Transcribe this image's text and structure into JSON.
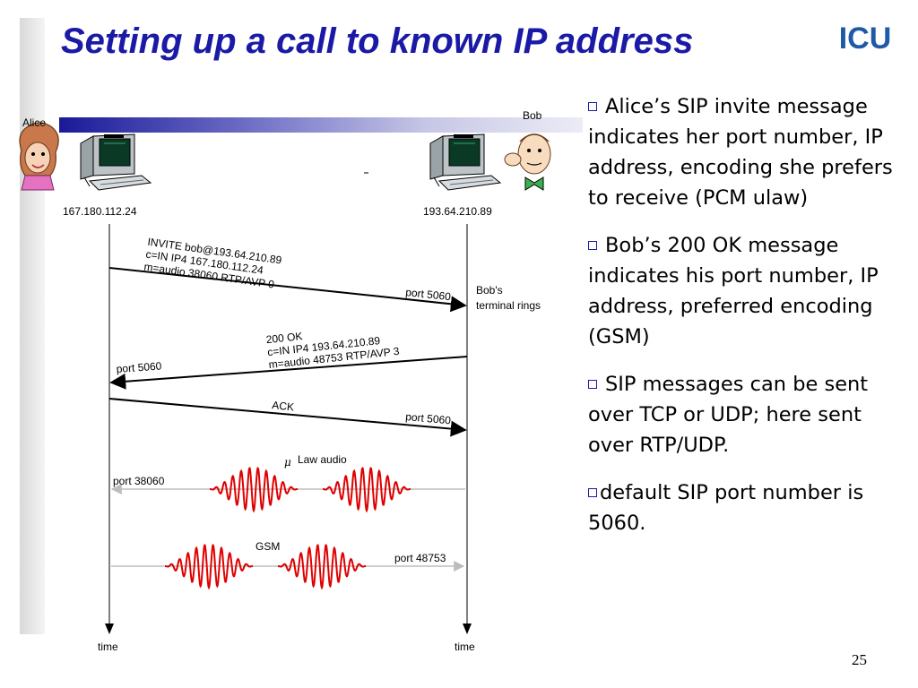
{
  "slide": {
    "title": "Setting up a call to known IP address",
    "logo_text": "ICU",
    "page_number": "25"
  },
  "diagram": {
    "alice_label": "Alice",
    "bob_label": "Bob",
    "alice_ip": "167.180.112.24",
    "bob_ip": "193.64.210.89",
    "invite_lines": [
      "INVITE bob@193.64.210.89",
      "c=IN IP4 167.180.112.24",
      "m=audio 38060 RTP/AVP 0"
    ],
    "invite_port": "port 5060",
    "bob_terminal": [
      "Bob's",
      "terminal rings"
    ],
    "ok_lines": [
      "200 OK",
      "c=IN IP4 193.64.210.89",
      "m=audio 48753 RTP/AVP 3"
    ],
    "ok_port": "port 5060",
    "ack_label": "ACK",
    "ack_port": "port 5060",
    "mu_symbol": "μ",
    "ulaw_label": "Law audio",
    "port_38060": "port 38060",
    "gsm_label": "GSM",
    "port_48753": "port 48753",
    "time_left": "time",
    "time_right": "time"
  },
  "bullets": [
    "Alice’s SIP invite message indicates her port number, IP address, encoding she prefers to receive (PCM ulaw)",
    "Bob’s 200 OK message indicates his port number, IP address, preferred encoding (GSM)",
    "SIP messages can be sent over TCP or UDP; here sent over RTP/UDP.",
    "default SIP port number is 5060."
  ],
  "colors": {
    "title": "#1a1aa6",
    "wave": "#e00000",
    "logo": "#1e5aa8"
  }
}
